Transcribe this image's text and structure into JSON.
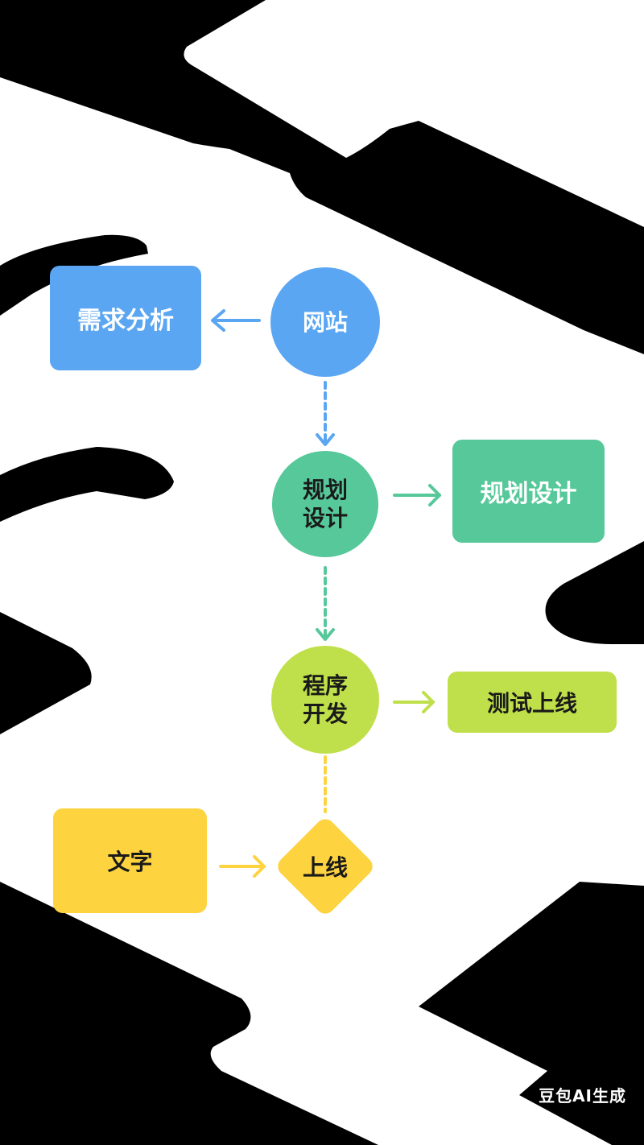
{
  "nodes": {
    "website": "网站",
    "requirements_analysis": "需求分析",
    "plan_design_circle": "规划\n设计",
    "plan_design_box": "规划设计",
    "program_dev_circle": "程序\n开发",
    "test_launch_box": "测试上线",
    "text_box": "文字",
    "launch_diamond": "上线"
  },
  "colors": {
    "blue": "#5aa6f2",
    "green": "#56c89a",
    "lime": "#bfe04a",
    "yellow": "#fdd340",
    "background_shapes": "#000000"
  },
  "watermark": "豆包AI生成"
}
